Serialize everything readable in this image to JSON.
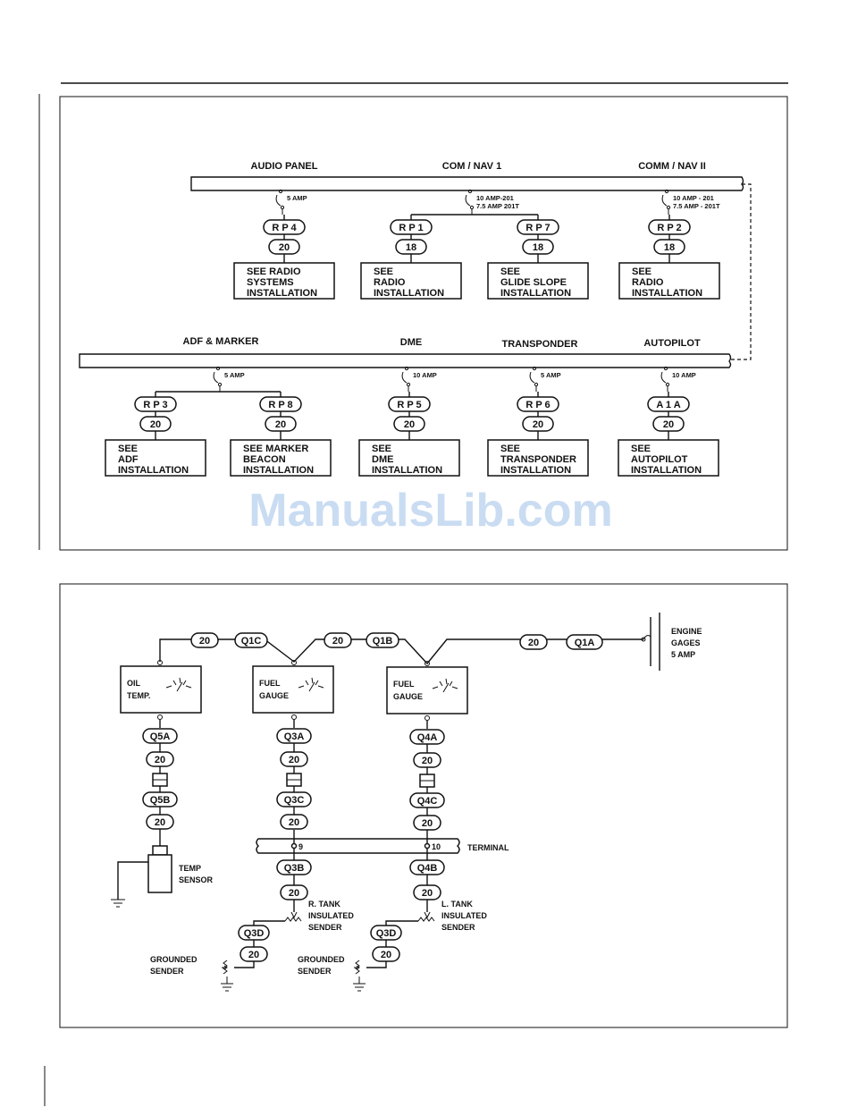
{
  "upper": {
    "bus1": {
      "audio": {
        "title": "AUDIO PANEL",
        "amp": [
          "5 AMP"
        ],
        "pins": [
          {
            "code": "R P 4",
            "gauge": "20",
            "box": [
              "SEE RADIO",
              "SYSTEMS",
              "INSTALLATION"
            ]
          }
        ]
      },
      "comnav1": {
        "title": "COM / NAV 1",
        "amp": [
          "10 AMP-201",
          "7.5 AMP 201T"
        ],
        "pins": [
          {
            "code": "R P 1",
            "gauge": "18",
            "box": [
              "SEE",
              "RADIO",
              "INSTALLATION"
            ]
          },
          {
            "code": "R P 7",
            "gauge": "18",
            "box": [
              "SEE",
              "GLIDE SLOPE",
              "INSTALLATION"
            ]
          }
        ]
      },
      "comnav2": {
        "title": "COMM / NAV II",
        "amp": [
          "10 AMP - 201",
          "7.5 AMP - 201T"
        ],
        "pins": [
          {
            "code": "R P 2",
            "gauge": "18",
            "box": [
              "SEE",
              "RADIO",
              "INSTALLATION"
            ]
          }
        ]
      }
    },
    "bus2": {
      "adf": {
        "title": "ADF & MARKER",
        "amp": [
          "5 AMP"
        ],
        "pins": [
          {
            "code": "R P 3",
            "gauge": "20",
            "box": [
              "SEE",
              "ADF",
              "INSTALLATION"
            ]
          },
          {
            "code": "R P 8",
            "gauge": "20",
            "box": [
              "SEE MARKER",
              "BEACON",
              "INSTALLATION"
            ]
          }
        ]
      },
      "dme": {
        "title": "DME",
        "amp": [
          "10 AMP"
        ],
        "pins": [
          {
            "code": "R P 5",
            "gauge": "20",
            "box": [
              "SEE",
              "DME",
              "INSTALLATION"
            ]
          }
        ]
      },
      "xpdr": {
        "title": "TRANSPONDER",
        "amp": [
          "5 AMP"
        ],
        "pins": [
          {
            "code": "R P 6",
            "gauge": "20",
            "box": [
              "SEE",
              "TRANSPONDER",
              "INSTALLATION"
            ]
          }
        ]
      },
      "ap": {
        "title": "AUTOPILOT",
        "amp": [
          "10 AMP"
        ],
        "pins": [
          {
            "code": "A 1 A",
            "gauge": "20",
            "box": [
              "SEE",
              "AUTOPILOT",
              "INSTALLATION"
            ]
          }
        ]
      }
    }
  },
  "lower": {
    "top_wires": [
      {
        "gauge": "20",
        "code": "Q1C"
      },
      {
        "gauge": "20",
        "code": "Q1B"
      },
      {
        "gauge": "20",
        "code": "Q1A"
      }
    ],
    "breaker": [
      "ENGINE",
      "GAGES",
      "5 AMP"
    ],
    "gauges": [
      {
        "lines": [
          "OIL",
          "TEMP."
        ],
        "chain": [
          "Q5A",
          "20",
          "Q5B",
          "20"
        ]
      },
      {
        "lines": [
          "FUEL",
          "GAUGE"
        ],
        "chain": [
          "Q3A",
          "20",
          "Q3C",
          "20"
        ],
        "terminal_pin": "9",
        "below": [
          "Q3B",
          "20"
        ],
        "sender": [
          "R. TANK",
          "INSULATED",
          "SENDER"
        ],
        "ground": {
          "code": "Q3D",
          "gauge": "20",
          "label": [
            "GROUNDED",
            "SENDER"
          ]
        }
      },
      {
        "lines": [
          "FUEL",
          "GAUGE"
        ],
        "chain": [
          "Q4A",
          "20",
          "Q4C",
          "20"
        ],
        "terminal_pin": "10",
        "below": [
          "Q4B",
          "20"
        ],
        "sender": [
          "L. TANK",
          "INSULATED",
          "SENDER"
        ],
        "ground": {
          "code": "Q3D",
          "gauge": "20",
          "label": [
            "GROUNDED",
            "SENDER"
          ]
        }
      }
    ],
    "terminal_label": "TERMINAL",
    "temp_sensor": [
      "TEMP",
      "SENSOR"
    ]
  },
  "watermark": "ManualsLib.com"
}
